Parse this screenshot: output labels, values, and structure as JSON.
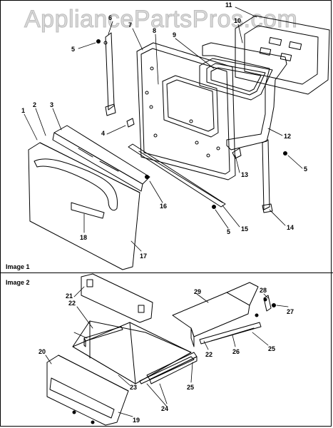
{
  "watermark": {
    "text": "AppliancePartsPros.com"
  },
  "sections": [
    {
      "label": "Image 1"
    },
    {
      "label": "Image 2"
    }
  ],
  "callouts": {
    "img1": [
      "1",
      "2",
      "3",
      "4",
      "5",
      "6",
      "7",
      "8",
      "9",
      "10",
      "11",
      "12",
      "13",
      "5",
      "14",
      "15",
      "16",
      "17",
      "18",
      "5"
    ],
    "img2": [
      "20",
      "21",
      "22",
      "23",
      "19",
      "24",
      "25",
      "29",
      "22",
      "26",
      "25",
      "28",
      "27"
    ]
  },
  "colors": {
    "line": "#000000",
    "background": "#ffffff",
    "watermark": "#d9d9d9"
  }
}
